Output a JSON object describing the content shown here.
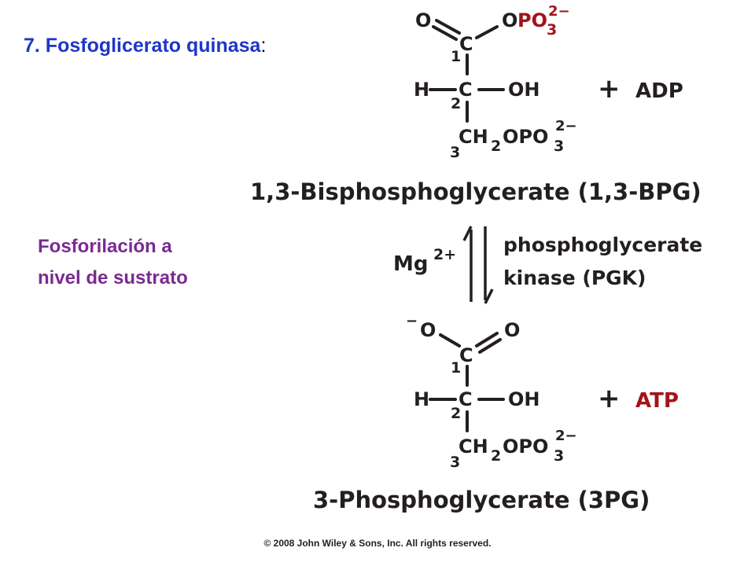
{
  "title": {
    "text": "7. Fosfoglicerato quinasa",
    "colon": ":"
  },
  "side_note": {
    "line1": "Fosforilación a",
    "line2": "nivel de sustrato"
  },
  "reactant": {
    "o_top": "O",
    "opo": "O",
    "po3": "PO",
    "po3_sub": "3",
    "po3_charge": "2−",
    "c1": "C",
    "num1": "1",
    "h": "H",
    "c2": "C",
    "oh": "OH",
    "num2": "2",
    "ch2opo3": "CH",
    "ch2_sub": "2",
    "opo3_tail": "OPO",
    "opo3_sub": "3",
    "opo3_charge": "2−",
    "num3": "3",
    "name": "1,3-Bisphosphoglycerate (1,3-BPG)"
  },
  "plus1": "+",
  "adp": "ADP",
  "cofactor": {
    "mg": "Mg",
    "charge": "2+"
  },
  "enzyme": {
    "line1": "phosphoglycerate",
    "line2": "kinase (PGK)"
  },
  "product": {
    "o_minus": "O",
    "minus": "−",
    "o_right": "O",
    "c1": "C",
    "num1": "1",
    "h": "H",
    "c2": "C",
    "oh": "OH",
    "num2": "2",
    "ch2opo3": "CH",
    "ch2_sub": "2",
    "opo3_tail": "OPO",
    "opo3_sub": "3",
    "opo3_charge": "2−",
    "num3": "3",
    "name": "3-Phosphoglycerate (3PG)"
  },
  "plus2": "+",
  "atp": "ATP",
  "colors": {
    "title": "#1f36c8",
    "note": "#7a2a91",
    "highlight": "#a3131b",
    "ink": "#231f20"
  },
  "copyright": "© 2008 John Wiley & Sons, Inc. All rights reserved."
}
